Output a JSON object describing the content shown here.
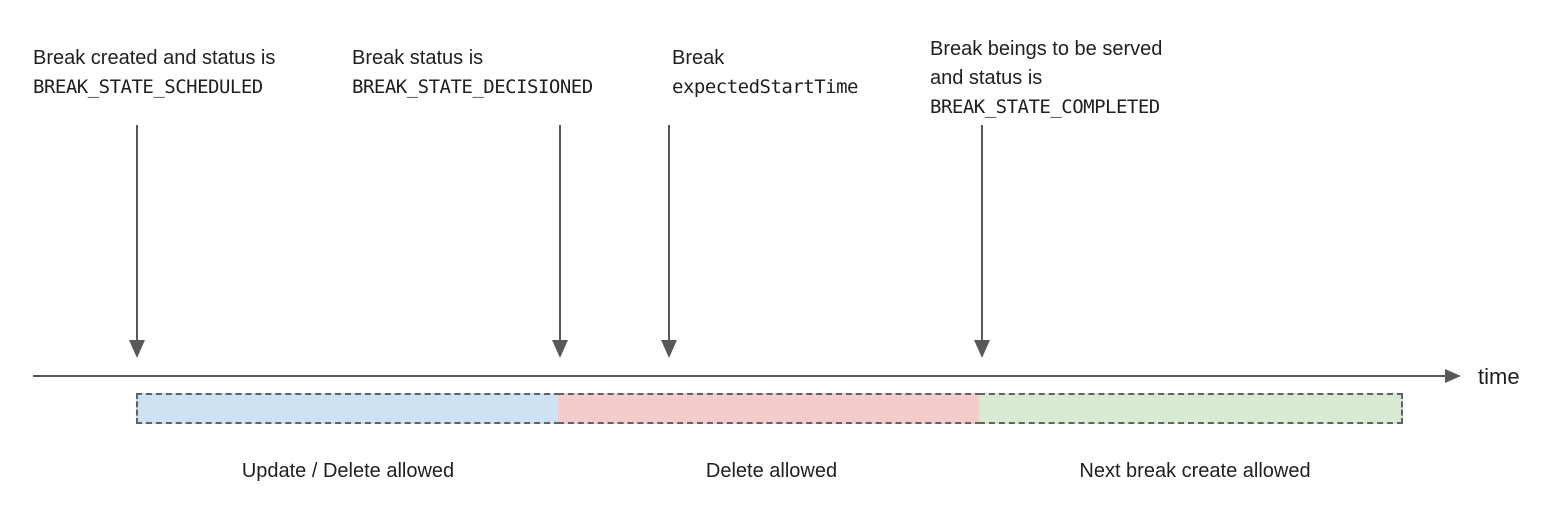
{
  "colors": {
    "arrow": "#595959",
    "segment_border": "#5f6368",
    "text": "#1f1f1f",
    "segment_blue": "#cfe2f3",
    "segment_red": "#f4cccc",
    "segment_green": "#d9ead3"
  },
  "annotations": [
    {
      "text_lines": [
        "Break created and status is"
      ],
      "code_line": "BREAK_STATE_SCHEDULED"
    },
    {
      "text_lines": [
        "Break status is"
      ],
      "code_line": "BREAK_STATE_DECISIONED"
    },
    {
      "text_lines": [
        "Break"
      ],
      "code_line": "expectedStartTime"
    },
    {
      "text_lines": [
        "Break beings to be served",
        "and status is"
      ],
      "code_line": "BREAK_STATE_COMPLETED"
    }
  ],
  "axis": {
    "label": "time"
  },
  "segments": [
    {
      "label": "Update / Delete allowed",
      "color": "#cfe2f3"
    },
    {
      "label": "Delete allowed",
      "color": "#f4cccc"
    },
    {
      "label": "Next break create allowed",
      "color": "#d9ead3"
    }
  ]
}
